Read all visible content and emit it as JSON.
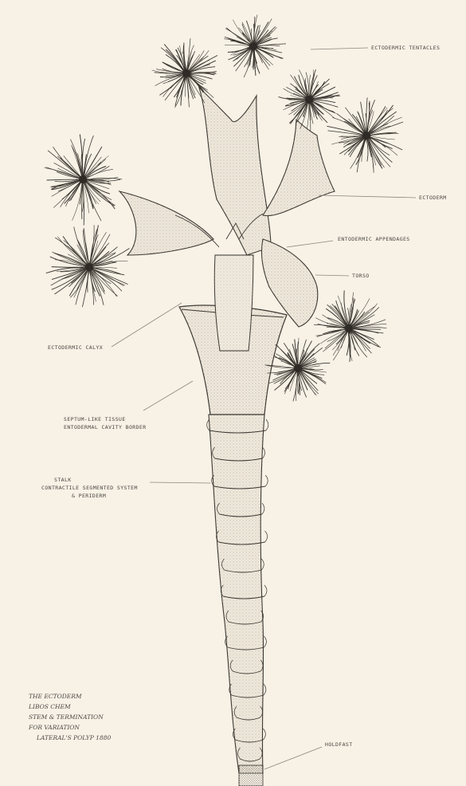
{
  "figure": {
    "background": "#f7f1e6",
    "ink": "#3a3630",
    "stipple": "#9a948a"
  },
  "labels": {
    "top_right": "ECTODERMIC TENTACLES",
    "right_arm": "ECTODERM",
    "right_mid": "ENTODERMIC APPENDAGES",
    "right_small": "TORSO",
    "left_cup": "ECTODERMIC CALYX",
    "left_mid_1": "SEPTUM-LIKE TISSUE",
    "left_mid_2": "ENTODERMAL CAVITY BORDER",
    "left_lower_1": "STALK",
    "left_lower_2": "CONTRACTILE SEGMENTED SYSTEM",
    "left_lower_3": "& PERIDERM",
    "bottom_right": "HOLDFAST"
  },
  "signature": {
    "line1": "THE ECTODERM",
    "line2": "LIBOS CHEM",
    "line3": "STEM & TERMINATION",
    "line4": "FOR VARIATION",
    "line5": "LATERAL'S POLYP 1880"
  }
}
